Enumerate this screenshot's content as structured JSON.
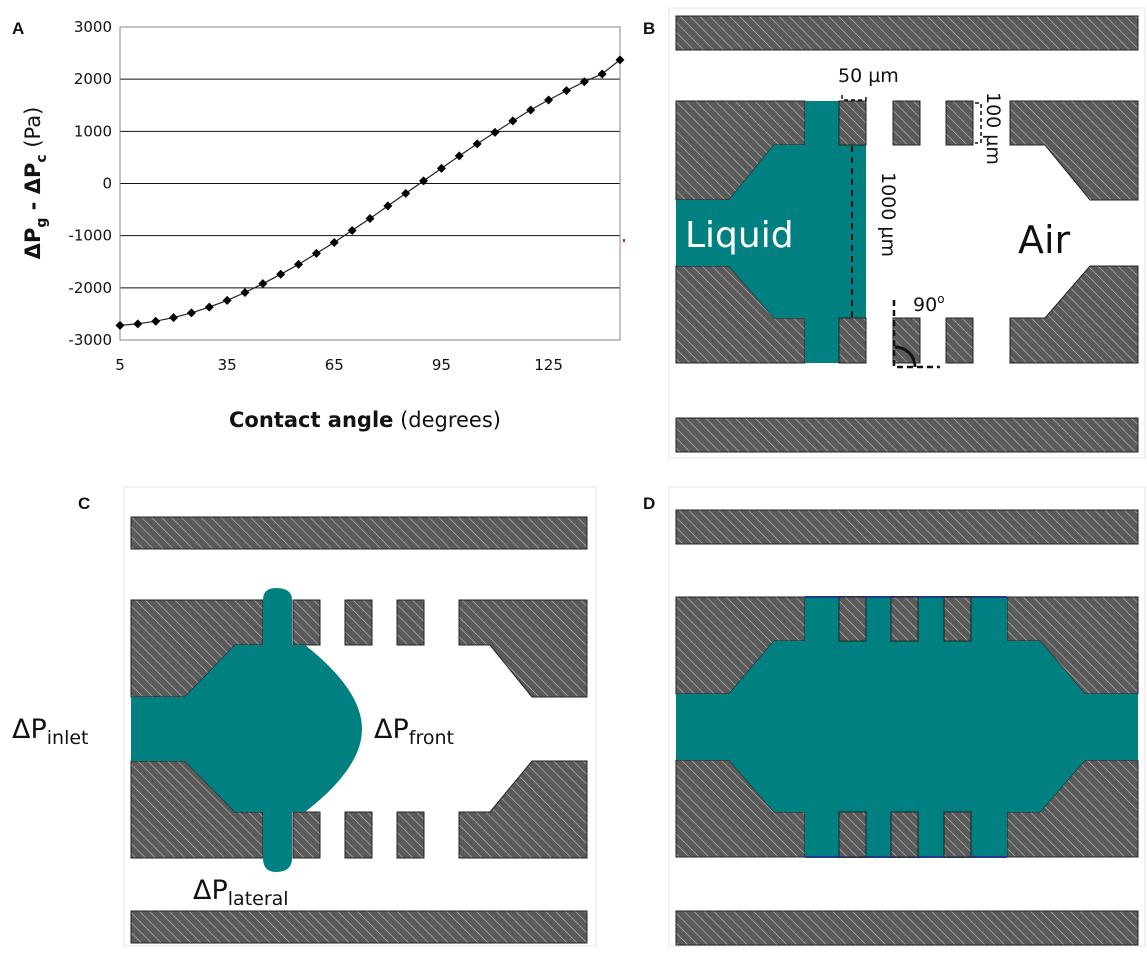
{
  "panels": {
    "a": "A",
    "b": "B",
    "c": "C",
    "d": "D"
  },
  "chart_data": {
    "type": "line",
    "title": "",
    "ylabel": "ΔPg - ΔPc (Pa)",
    "ylabel_parts": {
      "delta1": "ΔP",
      "sub1": "g",
      "mid": " - ΔP",
      "sub2": "c",
      "unit": " (Pa)"
    },
    "xlabel": "Contact angle (degrees)",
    "xlabel_parts": {
      "bold": "Contact angle",
      "rest": " (degrees)"
    },
    "xlim": [
      5,
      145
    ],
    "ylim": [
      -3000,
      3000
    ],
    "xticks": [
      "5",
      "35",
      "65",
      "95",
      "125"
    ],
    "xtick_values": [
      5,
      35,
      65,
      95,
      125
    ],
    "yticks": [
      "3000",
      "2000",
      "1000",
      "0",
      "-1000",
      "-2000",
      "-3000"
    ],
    "ytick_values": [
      3000,
      2000,
      1000,
      0,
      -1000,
      -2000,
      -3000
    ],
    "grid": "horizontal",
    "series": [
      {
        "marker": "diamond",
        "color": "#000000",
        "x": [
          5,
          10,
          15,
          20,
          25,
          30,
          35,
          40,
          45,
          50,
          55,
          60,
          65,
          70,
          75,
          80,
          85,
          90,
          95,
          100,
          105,
          110,
          115,
          120,
          125,
          130,
          135,
          140,
          145
        ],
        "values": [
          -2720,
          -2690,
          -2640,
          -2570,
          -2480,
          -2370,
          -2240,
          -2090,
          -1920,
          -1740,
          -1550,
          -1340,
          -1130,
          -900,
          -670,
          -430,
          -190,
          50,
          290,
          530,
          760,
          980,
          1200,
          1410,
          1600,
          1780,
          1950,
          2100,
          2370
        ]
      }
    ]
  },
  "panel_b": {
    "liquid_label": "Liquid",
    "air_label": "Air",
    "dim_width": "50 µm",
    "dim_gap": "100 µm",
    "dim_height": "1000 µm",
    "angle": "90",
    "angle_sup": "o"
  },
  "panel_c": {
    "inlet_main": "ΔP",
    "inlet_sub": "inlet",
    "front_main": "ΔP",
    "front_sub": "front",
    "lateral_main": "ΔP",
    "lateral_sub": "lateral"
  },
  "colors": {
    "liquid": "#008080",
    "wall": "#5a5a5a",
    "hatch": "#bdbdbd"
  }
}
